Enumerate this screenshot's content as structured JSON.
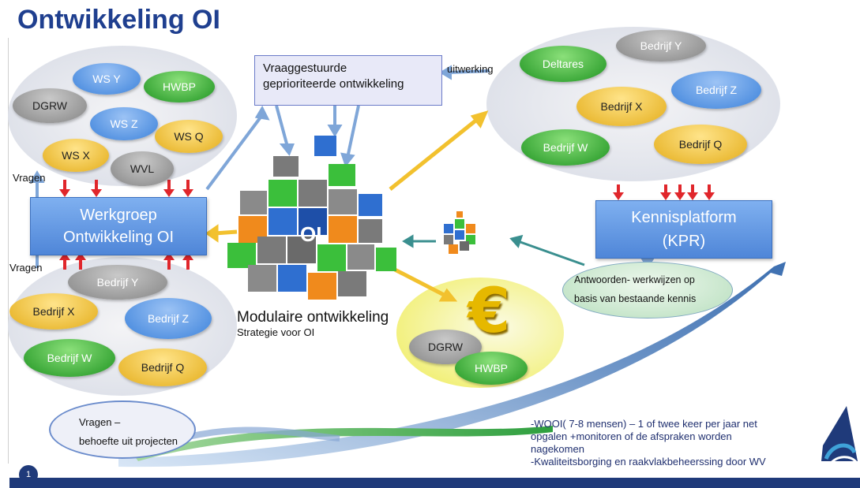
{
  "title": "Ontwikkeling OI",
  "left_top_group": {
    "ovals": [
      {
        "label": "WS Y",
        "color": "blue"
      },
      {
        "label": "HWBP",
        "color": "green"
      },
      {
        "label": "DGRW",
        "color": "gray"
      },
      {
        "label": "WS Z",
        "color": "blue"
      },
      {
        "label": "WS Q",
        "color": "yellow"
      },
      {
        "label": "WS X",
        "color": "yellow"
      },
      {
        "label": "WVL",
        "color": "gray"
      }
    ]
  },
  "left_bottom_group": {
    "ovals": [
      {
        "label": "Bedrijf Y",
        "color": "gray"
      },
      {
        "label": "Bedrijf X",
        "color": "yellow"
      },
      {
        "label": "Bedrijf Z",
        "color": "blue"
      },
      {
        "label": "Bedrijf W",
        "color": "green"
      },
      {
        "label": "Bedrijf Q",
        "color": "yellow"
      }
    ]
  },
  "right_group": {
    "ovals": [
      {
        "label": "Bedrijf Y",
        "color": "gray"
      },
      {
        "label": "Deltares",
        "color": "green"
      },
      {
        "label": "Bedrijf Z",
        "color": "blue"
      },
      {
        "label": "Bedrijf X",
        "color": "yellow"
      },
      {
        "label": "Bedrijf W",
        "color": "green"
      },
      {
        "label": "Bedrijf Q",
        "color": "yellow"
      }
    ]
  },
  "labels": {
    "vragen_top": "Vragen",
    "vragen_bottom": "Vragen",
    "uitwerking": "uitwerking",
    "cube_center": "OI",
    "modulaire": "Modulaire ontwikkeling",
    "strategie": "Strategie voor OI"
  },
  "werkgroep": {
    "line1": "Werkgroep",
    "line2": "Ontwikkeling OI"
  },
  "kennisplatform": {
    "line1": "Kennisplatform",
    "line2": "(KPR)"
  },
  "vraaggestuurd": {
    "line1": "Vraaggestuurde",
    "line2": "geprioriteerde ontwikkeling"
  },
  "funding": {
    "ovals": [
      {
        "label": "DGRW",
        "color": "gray"
      },
      {
        "label": "HWBP",
        "color": "green"
      }
    ],
    "symbol": "€"
  },
  "antwoorden": {
    "line1": "Antwoorden- werkwijzen op",
    "line2": "basis van bestaande kennis"
  },
  "vragen_behoefte": {
    "line1": "Vragen –",
    "line2": "behoefte uit projecten"
  },
  "notes": {
    "line1": "-WOOI( 7-8 mensen) – 1 of twee keer per jaar net",
    "line2": "opgalen +monitoren of de afspraken worden",
    "line3": "nagekomen",
    "line4": "-Kwaliteitsborging en raakvlakbeheerssing  door WV"
  },
  "page_number": "1",
  "colors": {
    "title": "#1f3f8f",
    "box_blue": "#4f86d8",
    "arrow_red": "#e0262b",
    "arrow_yellow": "#f2c12e",
    "arrow_teal": "#3a8f8f",
    "arrow_blue": "#7fa6d8",
    "cube_orange": "#f08a1c",
    "cube_green": "#3bbf3b",
    "cube_blue": "#2f6fd0",
    "cube_gray": "#6f6f6f"
  }
}
